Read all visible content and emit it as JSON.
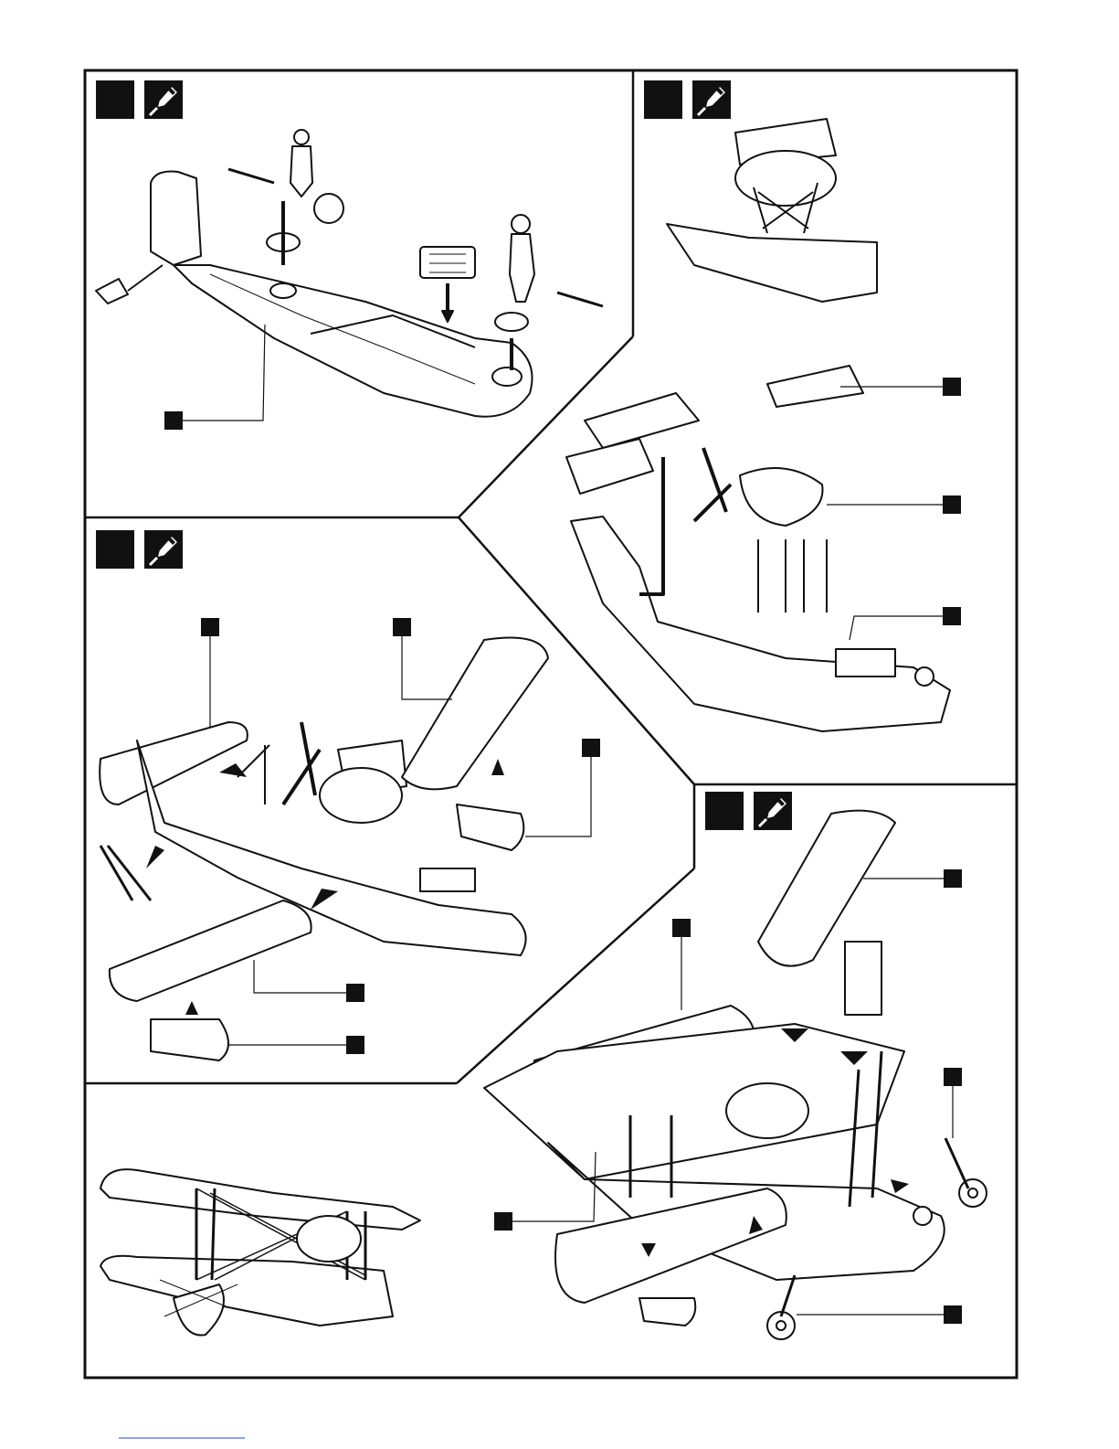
{
  "page": {
    "type": "model kit assembly instruction sheet",
    "link_color": "#2b3fd0"
  },
  "colors": {
    "ink": "#111111",
    "paper": "#ffffff"
  },
  "steps": [
    {
      "id": "step-a",
      "icon": "glue-tube-icon",
      "parts": [
        "crew-figures",
        "gun-rings",
        "machine-guns",
        "canopy",
        "tail-wheel"
      ]
    },
    {
      "id": "step-b",
      "icon": "glue-tube-icon",
      "parts": [
        "upper-wing-center",
        "engine-nacelle",
        "cabane-struts"
      ]
    },
    {
      "id": "step-c",
      "icon": "glue-tube-icon",
      "parts": [
        "upper-wing-left",
        "upper-wing-right",
        "lower-wing",
        "wing-floats",
        "struts"
      ]
    },
    {
      "id": "step-d",
      "icon": "glue-tube-icon",
      "parts": [
        "upper-wing",
        "interplane-struts",
        "beaching-gear"
      ]
    },
    {
      "id": "rigging-diagram",
      "icon": "",
      "parts": [
        "rigging-wires"
      ]
    }
  ]
}
